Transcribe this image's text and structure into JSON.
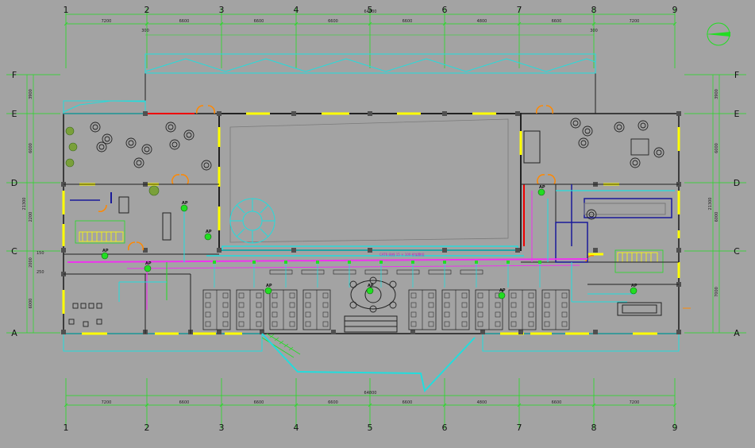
{
  "grid_columns": [
    "1",
    "2",
    "3",
    "4",
    "5",
    "6",
    "7",
    "8",
    "9"
  ],
  "grid_rows": [
    "F",
    "E",
    "D",
    "C",
    "A"
  ],
  "top_dims": [
    "7200",
    "6600",
    "6600",
    "6600",
    "6600",
    "4800",
    "6600",
    "7200"
  ],
  "top_total": "64800",
  "top_sub": [
    "300",
    "300"
  ],
  "bottom_dims": [
    "7200",
    "6600",
    "6600",
    "6600",
    "6600",
    "4800",
    "6600",
    "7200"
  ],
  "bottom_total": "64800",
  "left_dims": [
    "3900",
    "6000",
    "2200",
    "2000",
    "6000"
  ],
  "left_extra": [
    "150",
    "250"
  ],
  "left_total": "21300",
  "right_dims": [
    "3900",
    "6000",
    "6000",
    "7000"
  ],
  "right_total": "21300",
  "ap_label": "AP",
  "pipe_note": "CAT6 网线 15 × 100 桥架敷设",
  "colors": {
    "grid": "#22dd22",
    "wall": "#222222",
    "cable": "#ee33ee",
    "duct": "#22dddd",
    "window": "#ffff00",
    "door": "#ff8800",
    "glass": "#ee0000",
    "deep": "#1a1a99"
  }
}
